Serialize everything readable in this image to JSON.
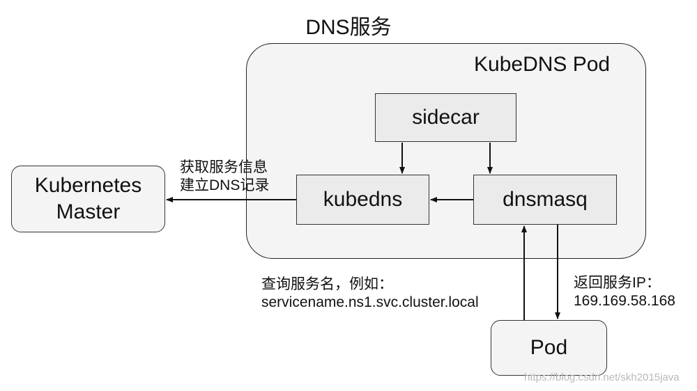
{
  "title": "DNS服务",
  "pod_group": {
    "label": "KubeDNS Pod"
  },
  "nodes": {
    "sidecar": "sidecar",
    "kubedns": "kubedns",
    "dnsmasq": "dnsmasq",
    "master_line1": "Kubernetes",
    "master_line2": "Master",
    "pod": "Pod"
  },
  "annotations": {
    "fetch_line1": "获取服务信息",
    "fetch_line2": "建立DNS记录",
    "query_line1": "查询服务名，例如：",
    "query_line2": "servicename.ns1.svc.cluster.local",
    "return_line1": "返回服务IP：",
    "return_line2": "169.169.58.168"
  },
  "watermark": "https://blog.csdn.net/skh2015java",
  "colors": {
    "line": "#111111",
    "box_fill": "#ebebeb",
    "group_fill": "#f4f4f4"
  }
}
